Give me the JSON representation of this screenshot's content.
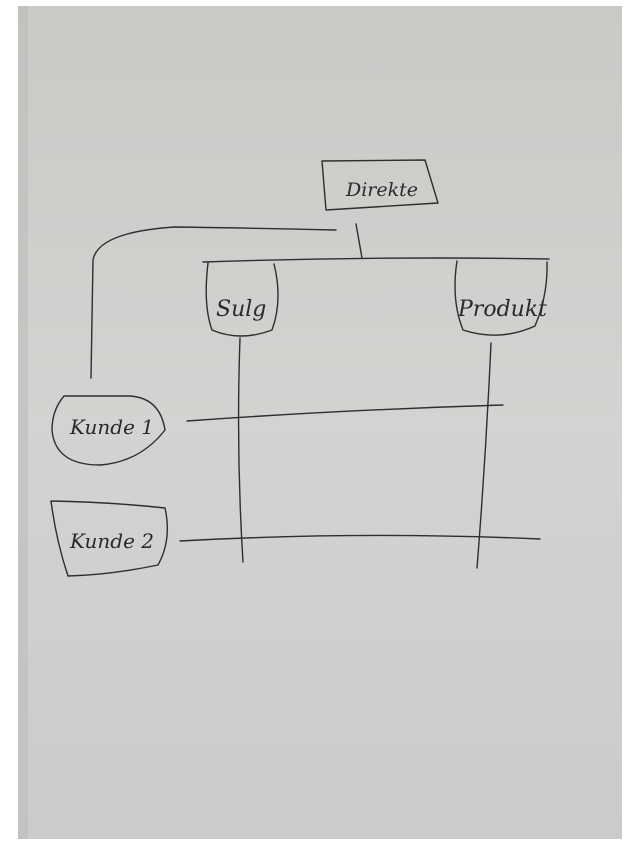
{
  "diagram": {
    "root": {
      "label": "Direkte"
    },
    "columns": [
      {
        "label": "Sulg"
      },
      {
        "label": "Produkt"
      }
    ],
    "rows": [
      {
        "label": "Kunde 1"
      },
      {
        "label": "Kunde 2"
      }
    ]
  },
  "colors": {
    "paper": "#cfcfcd",
    "ink": "#2a2a2c",
    "border": "#ffffff"
  }
}
